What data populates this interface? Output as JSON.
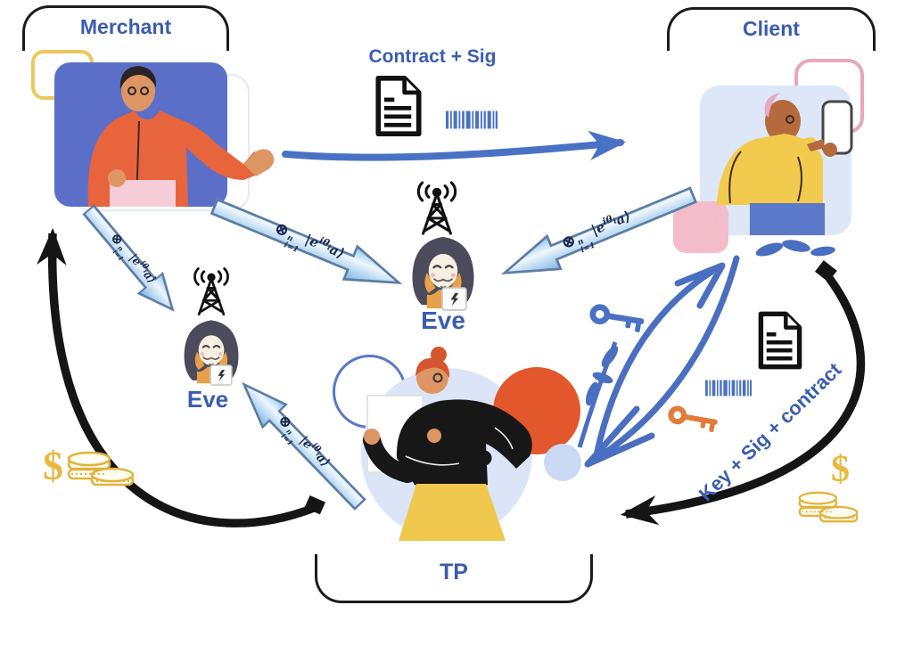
{
  "title": "Quantum payment protocol diagram",
  "nodes": {
    "merchant": {
      "label": "Merchant"
    },
    "client": {
      "label": "Client"
    },
    "eve_center": {
      "label": "Eve"
    },
    "eve_left": {
      "label": "Eve"
    },
    "tp": {
      "label": "TP"
    }
  },
  "messages": {
    "contract_sig": "Contract + Sig",
    "key_sig_contract": "Key + Sig + contract",
    "dollar_left": "$",
    "dollar_right": "$"
  },
  "formula": {
    "op": "⊗",
    "sup": "n",
    "sub": "i=1",
    "ket_open": "|e",
    "exp": "iθ",
    "exp_sub": "i",
    "ket_close": "a⟩"
  },
  "icons": {
    "contract_document": "document-icon",
    "contract_barcode": "barcode-icon",
    "payment_document": "document-icon",
    "payment_barcode": "barcode-icon",
    "antenna_center": "radio-tower-icon",
    "antenna_left": "radio-tower-icon",
    "key_blue": "key-icon",
    "key_orange": "key-icon",
    "coins_left": "coin-stack-icon",
    "coins_right": "coin-stack-icon"
  },
  "palette": {
    "label_blue": "#3a5dae",
    "arrow_blue": "#4a72c4",
    "hand_arrow_blue": "#4a6fc0",
    "gradient_arrow_border": "#5c7da6",
    "black": "#151515",
    "coin_gold": "#e8b93f",
    "key_orange": "#e07b3a",
    "tp_orange": "#e2572b",
    "illo_blue_bg": "#5b6fc9",
    "illo_lightblue_bg": "#dde7f8"
  }
}
